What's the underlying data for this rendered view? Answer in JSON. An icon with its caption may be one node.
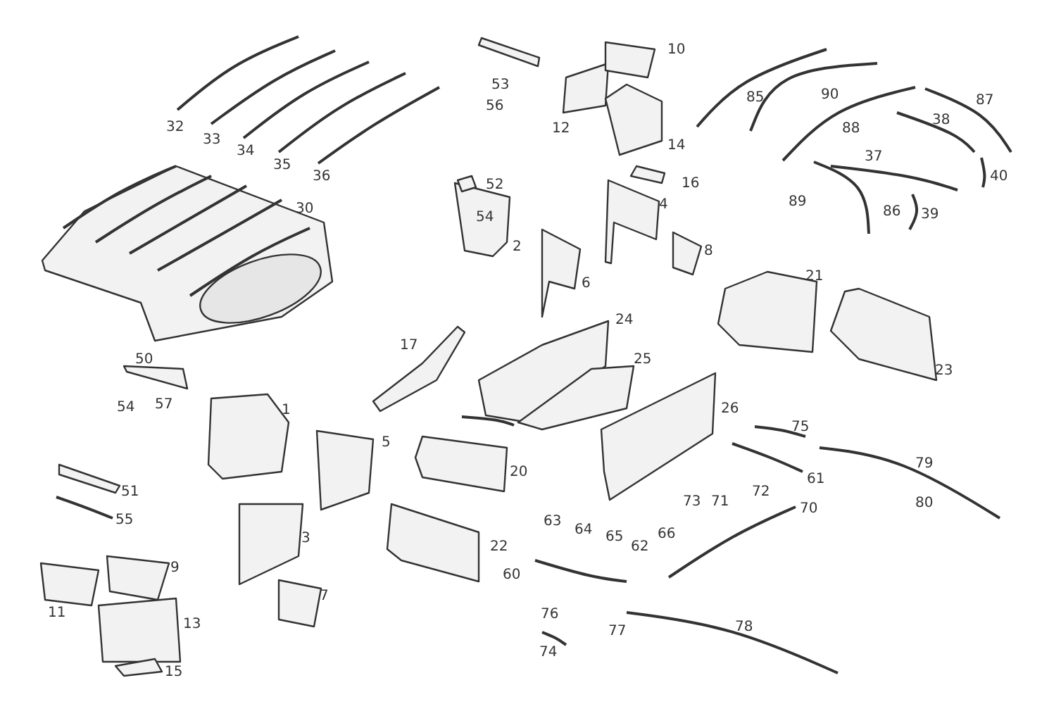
{
  "diagram": {
    "labels": [
      "53",
      "10",
      "56",
      "12",
      "85",
      "90",
      "87",
      "88",
      "38",
      "32",
      "33",
      "34",
      "35",
      "36",
      "14",
      "37",
      "16",
      "89",
      "86",
      "40",
      "39",
      "52",
      "30",
      "54",
      "4",
      "2",
      "6",
      "8",
      "21",
      "24",
      "17",
      "25",
      "23",
      "50",
      "57",
      "1",
      "54",
      "5",
      "26",
      "75",
      "20",
      "61",
      "79",
      "51",
      "55",
      "73",
      "72",
      "71",
      "70",
      "80",
      "3",
      "22",
      "63",
      "64",
      "65",
      "62",
      "66",
      "9",
      "60",
      "11",
      "13",
      "7",
      "78",
      "76",
      "77",
      "74",
      "15"
    ]
  }
}
